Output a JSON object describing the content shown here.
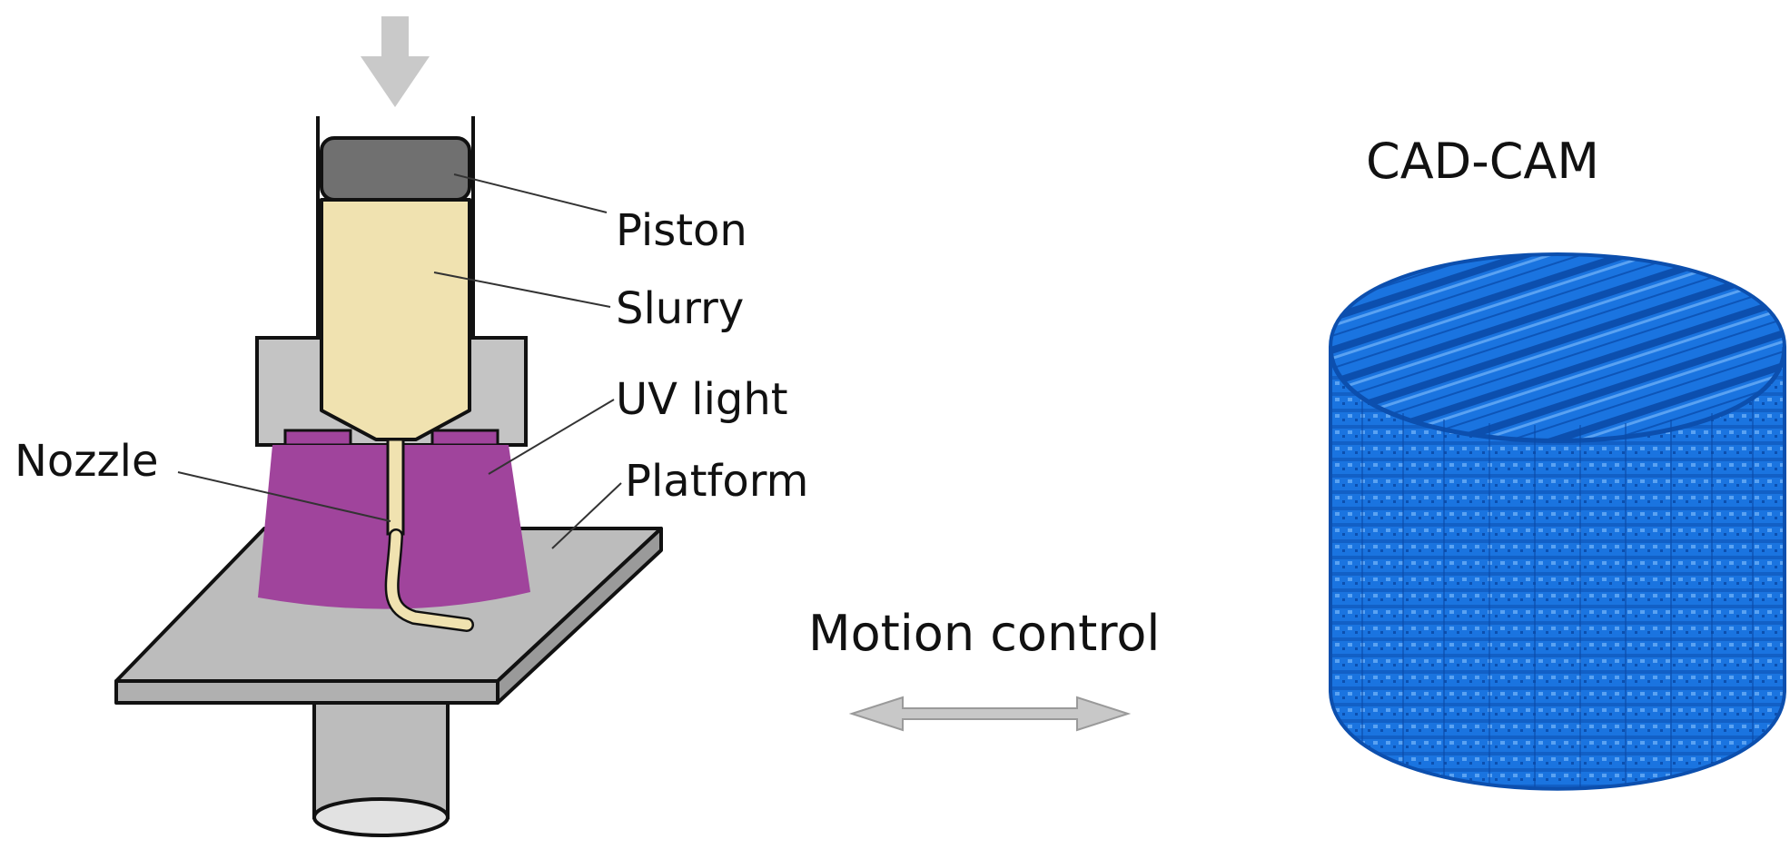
{
  "labels": {
    "piston": "Piston",
    "slurry": "Slurry",
    "uv_light": "UV light",
    "nozzle": "Nozzle",
    "platform": "Platform",
    "motion_control": "Motion control",
    "cad_cam": "CAD-CAM"
  },
  "colors": {
    "outline": "#111111",
    "press_arrow": "#c9c9c9",
    "piston": "#707070",
    "slurry": "#f0e2b0",
    "uv_light": "#a0449c",
    "housing": "#c4c4c4",
    "platform": "#bcbcbc",
    "motion_arrow": "#c8c8c8",
    "scaffold": "#1a74e0"
  },
  "icons": {
    "press_arrow": "down-arrow-icon",
    "motion_arrow": "double-headed-arrow-icon"
  }
}
